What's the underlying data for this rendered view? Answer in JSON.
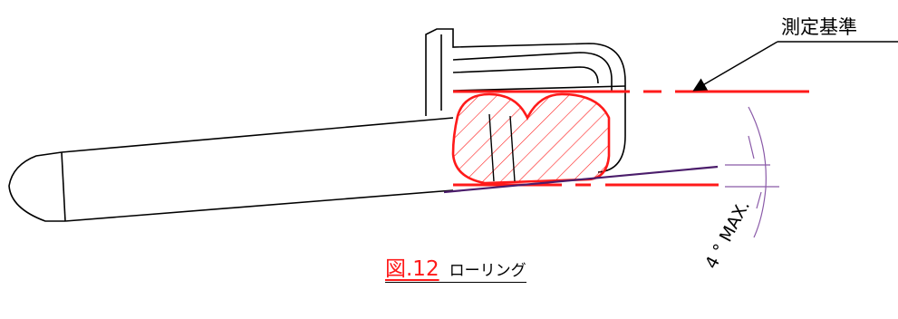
{
  "reference_label": "測定基準",
  "caption": {
    "figure_number": "図.12",
    "title": "ローリング"
  },
  "angle_label": "4 ° MAX.",
  "colors": {
    "outline": "#000000",
    "highlight": "#ff1a1a",
    "tilt_line": "#4b1d6b",
    "dimension": "#8a5aa8"
  }
}
